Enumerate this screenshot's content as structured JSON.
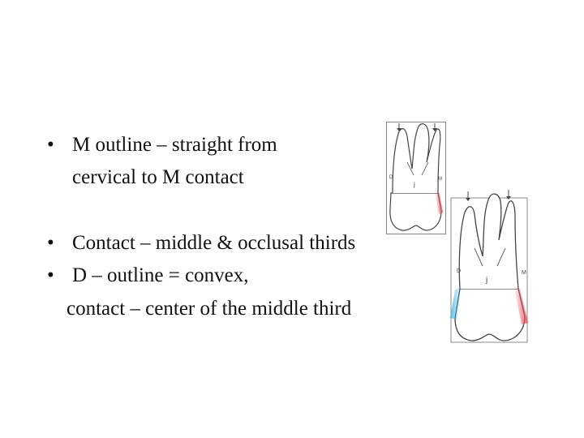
{
  "bullets": [
    {
      "lines": [
        "M outline – straight from",
        "cervical to M contact"
      ]
    },
    {
      "lines": [
        "Contact – middle & occlusal thirds"
      ]
    },
    {
      "lines": [
        "D – outline = convex,",
        "contact – center of the middle third"
      ]
    }
  ],
  "bullet_symbol": "•",
  "figures": {
    "small": {
      "label_d": "D",
      "label_m": "M",
      "label_j": "j"
    },
    "large": {
      "label_d": "D",
      "label_m": "M",
      "label_j": "j"
    }
  },
  "colors": {
    "mesial_highlight": "#e8505b",
    "distal_highlight": "#3fb6e6"
  }
}
